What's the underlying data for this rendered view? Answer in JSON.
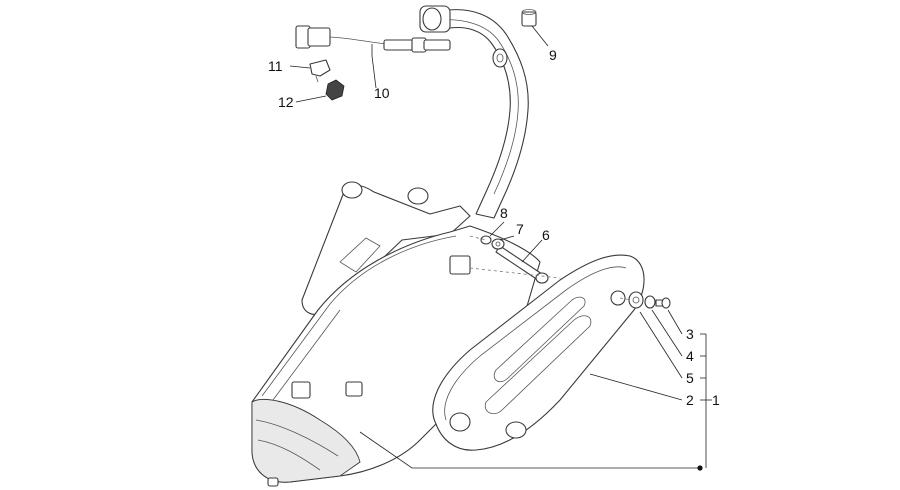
{
  "callouts": [
    {
      "id": "1",
      "label": "1"
    },
    {
      "id": "2",
      "label": "2"
    },
    {
      "id": "3",
      "label": "3"
    },
    {
      "id": "4",
      "label": "4"
    },
    {
      "id": "5",
      "label": "5"
    },
    {
      "id": "6",
      "label": "6"
    },
    {
      "id": "7",
      "label": "7"
    },
    {
      "id": "8",
      "label": "8"
    },
    {
      "id": "9",
      "label": "9"
    },
    {
      "id": "10",
      "label": "10"
    },
    {
      "id": "11",
      "label": "11"
    },
    {
      "id": "12",
      "label": "12"
    }
  ],
  "colors": {
    "line": "#3a3a3a",
    "text": "#111111",
    "background": "#ffffff"
  }
}
